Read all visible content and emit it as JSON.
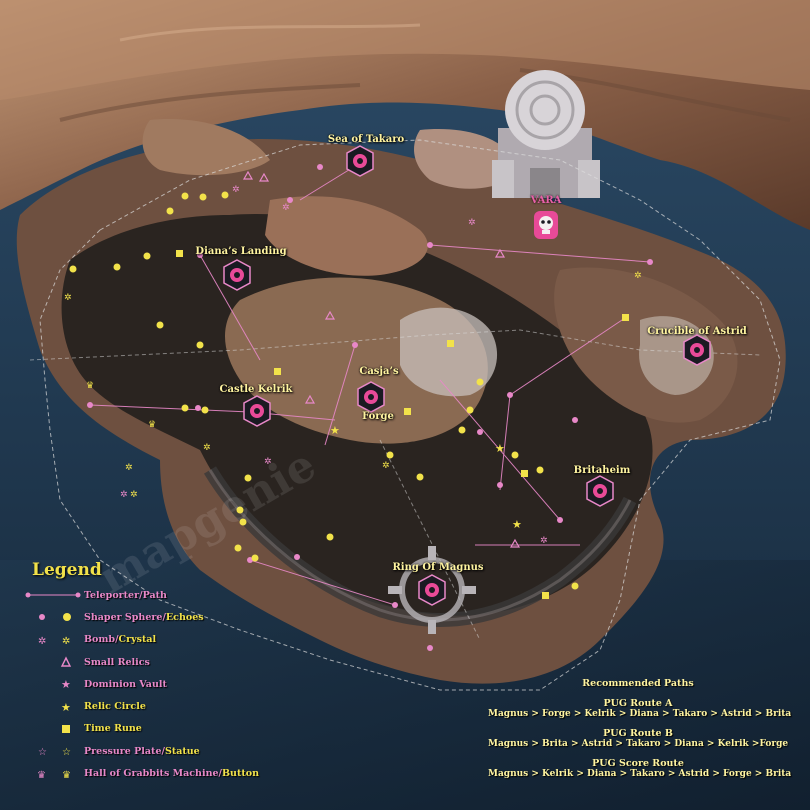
{
  "map": {
    "locations": [
      {
        "id": "sea-of-takaro",
        "label": "Sea of Takaro"
      },
      {
        "id": "dianas-landing",
        "label": "Diana’s Landing"
      },
      {
        "id": "crucible-of-astrid",
        "label": "Crucible of Astrid"
      },
      {
        "id": "casjas-forge",
        "label_line1": "Casja’s",
        "label_line2": "Forge"
      },
      {
        "id": "castle-kelrik",
        "label": "Castle Kelrik"
      },
      {
        "id": "britaheim",
        "label": "Britaheim"
      },
      {
        "id": "ring-of-magnus",
        "label": "Ring Of Magnus"
      },
      {
        "id": "vara",
        "label": "VARA"
      }
    ],
    "watermark": "mapgenie"
  },
  "legend": {
    "title": "Legend",
    "items": [
      {
        "icon": "teleporter-path-icon",
        "text_pink": "Teleporter/Path",
        "text_yellow": ""
      },
      {
        "icon": "shaper-sphere-echoes-icon",
        "text_pink": "Shaper Sphere",
        "separator": " / ",
        "text_yellow": "Echoes"
      },
      {
        "icon": "bomb-crystal-icon",
        "text_pink": "Bomb",
        "separator": " / ",
        "text_yellow": "Crystal"
      },
      {
        "icon": "small-relics-icon",
        "text_pink": "Small Relics",
        "text_yellow": ""
      },
      {
        "icon": "dominion-vault-icon",
        "text_pink": "Dominion Vault",
        "text_yellow": ""
      },
      {
        "icon": "relic-circle-icon",
        "text_pink": "",
        "text_yellow": "Relic Circle"
      },
      {
        "icon": "time-rune-icon",
        "text_pink": "",
        "text_yellow": "Time Rune"
      },
      {
        "icon": "pressure-plate-statue-icon",
        "text_pink": "Pressure Plate",
        "separator": " / ",
        "text_yellow": "Statue"
      },
      {
        "icon": "hall-of-grabbits-icon",
        "text_pink": "Hall of Grabbits Machine",
        "separator": " / ",
        "text_yellow": "Button"
      }
    ]
  },
  "routes": {
    "heading": "Recommended Paths",
    "items": [
      {
        "name": "PUG Route A",
        "sequence": "Magnus > Forge > Kelrik > Diana > Takaro > Astrid > Brita"
      },
      {
        "name": "PUG Route B",
        "sequence": "Magnus > Brita > Astrid > Takaro > Diana  > Kelrik >Forge"
      },
      {
        "name": "PUG Score Route",
        "sequence": "Magnus > Kelrik > Diana > Takaro > Astrid > Forge > Brita"
      }
    ]
  },
  "colors": {
    "pink": "#e888c8",
    "yellow": "#f2e24a",
    "label": "#fff4a0",
    "vara": "#e860a8",
    "sea": "#1d3550",
    "rock": "#8a6a52"
  }
}
